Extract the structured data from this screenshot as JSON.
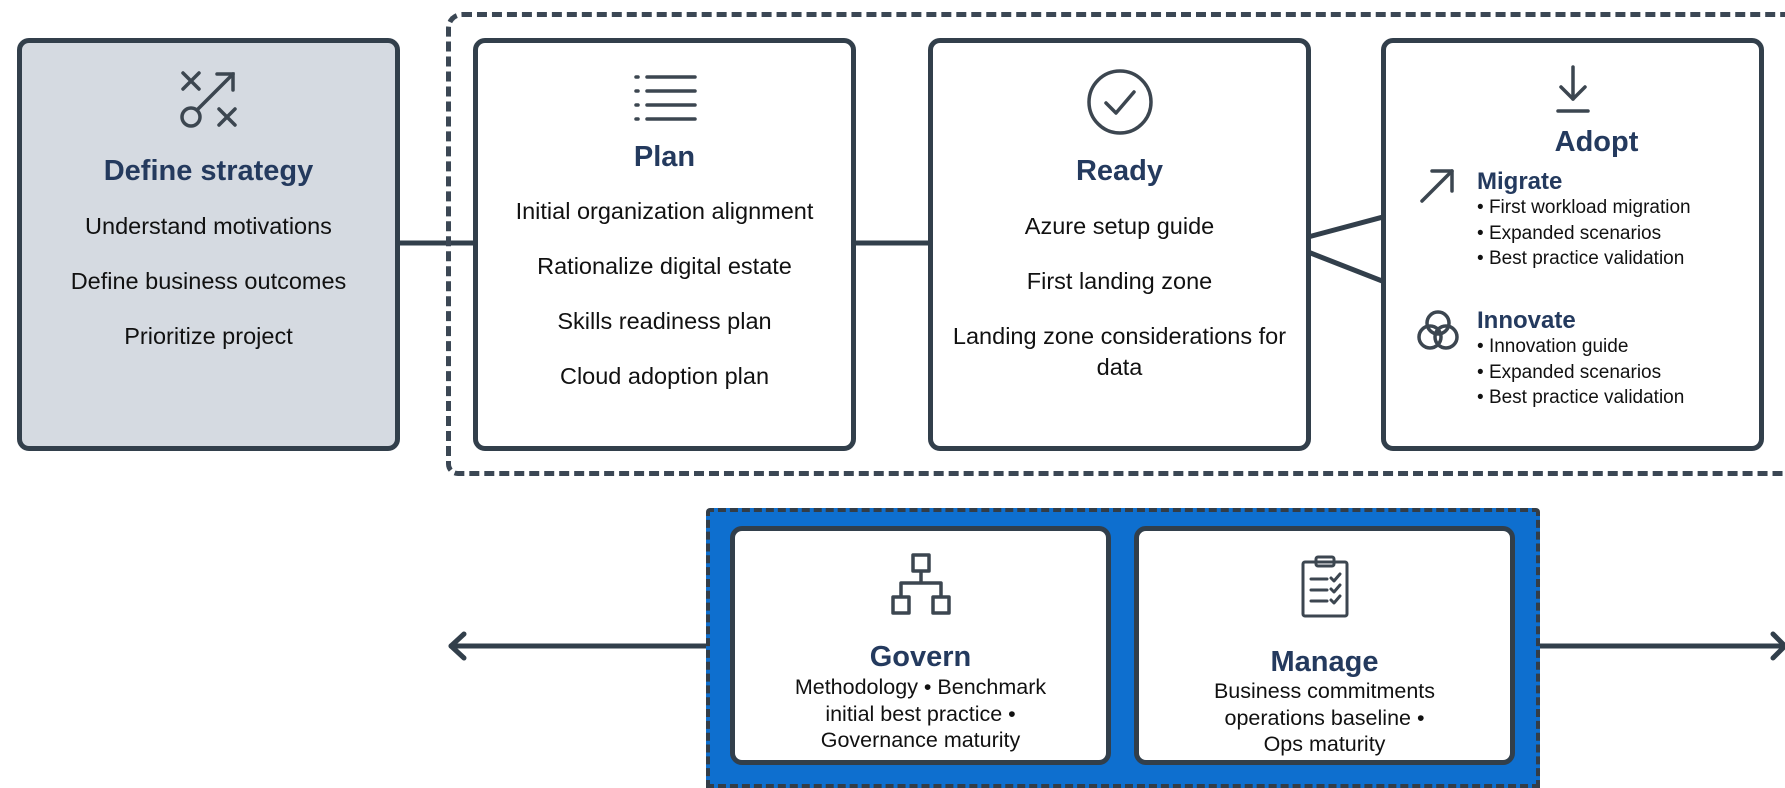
{
  "strategy": {
    "title": "Define strategy",
    "items": [
      "Understand motivations",
      "Define business outcomes",
      "Prioritize project"
    ]
  },
  "plan": {
    "title": "Plan",
    "items": [
      "Initial organization alignment",
      "Rationalize digital estate",
      "Skills readiness plan",
      "Cloud adoption plan"
    ]
  },
  "ready": {
    "title": "Ready",
    "items": [
      "Azure setup guide",
      "First landing zone",
      "Landing zone considerations for data"
    ]
  },
  "adopt": {
    "title": "Adopt",
    "migrate": {
      "title": "Migrate",
      "items": [
        "First workload migration",
        "Expanded scenarios",
        "Best practice validation"
      ]
    },
    "innovate": {
      "title": "Innovate",
      "items": [
        "Innovation guide",
        "Expanded scenarios",
        "Best practice validation"
      ]
    }
  },
  "govern": {
    "title": "Govern",
    "lines": [
      "Methodology • Benchmark",
      "initial best practice •",
      "Governance maturity"
    ]
  },
  "manage": {
    "title": "Manage",
    "lines": [
      "Business commitments",
      "operations baseline •",
      "Ops maturity"
    ]
  },
  "icons": {
    "strategy": "strategy-icon",
    "plan": "list-icon",
    "ready": "checkmark-circle-icon",
    "adopt": "download-arrow-icon",
    "migrate": "arrow-up-right-icon",
    "innovate": "venn-circles-icon",
    "govern": "org-chart-icon",
    "manage": "clipboard-checklist-icon"
  },
  "colors": {
    "title_text": "#243a5e",
    "outline": "#323f4b",
    "strategy_fill": "#d5dae1",
    "ops_band": "#0e6fcf"
  }
}
